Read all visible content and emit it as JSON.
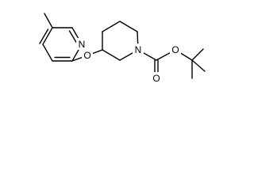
{
  "molecule": {
    "atom_labels": {
      "pyridine_nitrogen": "N",
      "ether_oxygen": "O",
      "piperidine_nitrogen": "N",
      "ester_oxygen": "O",
      "carbonyl_oxygen": "O"
    }
  }
}
